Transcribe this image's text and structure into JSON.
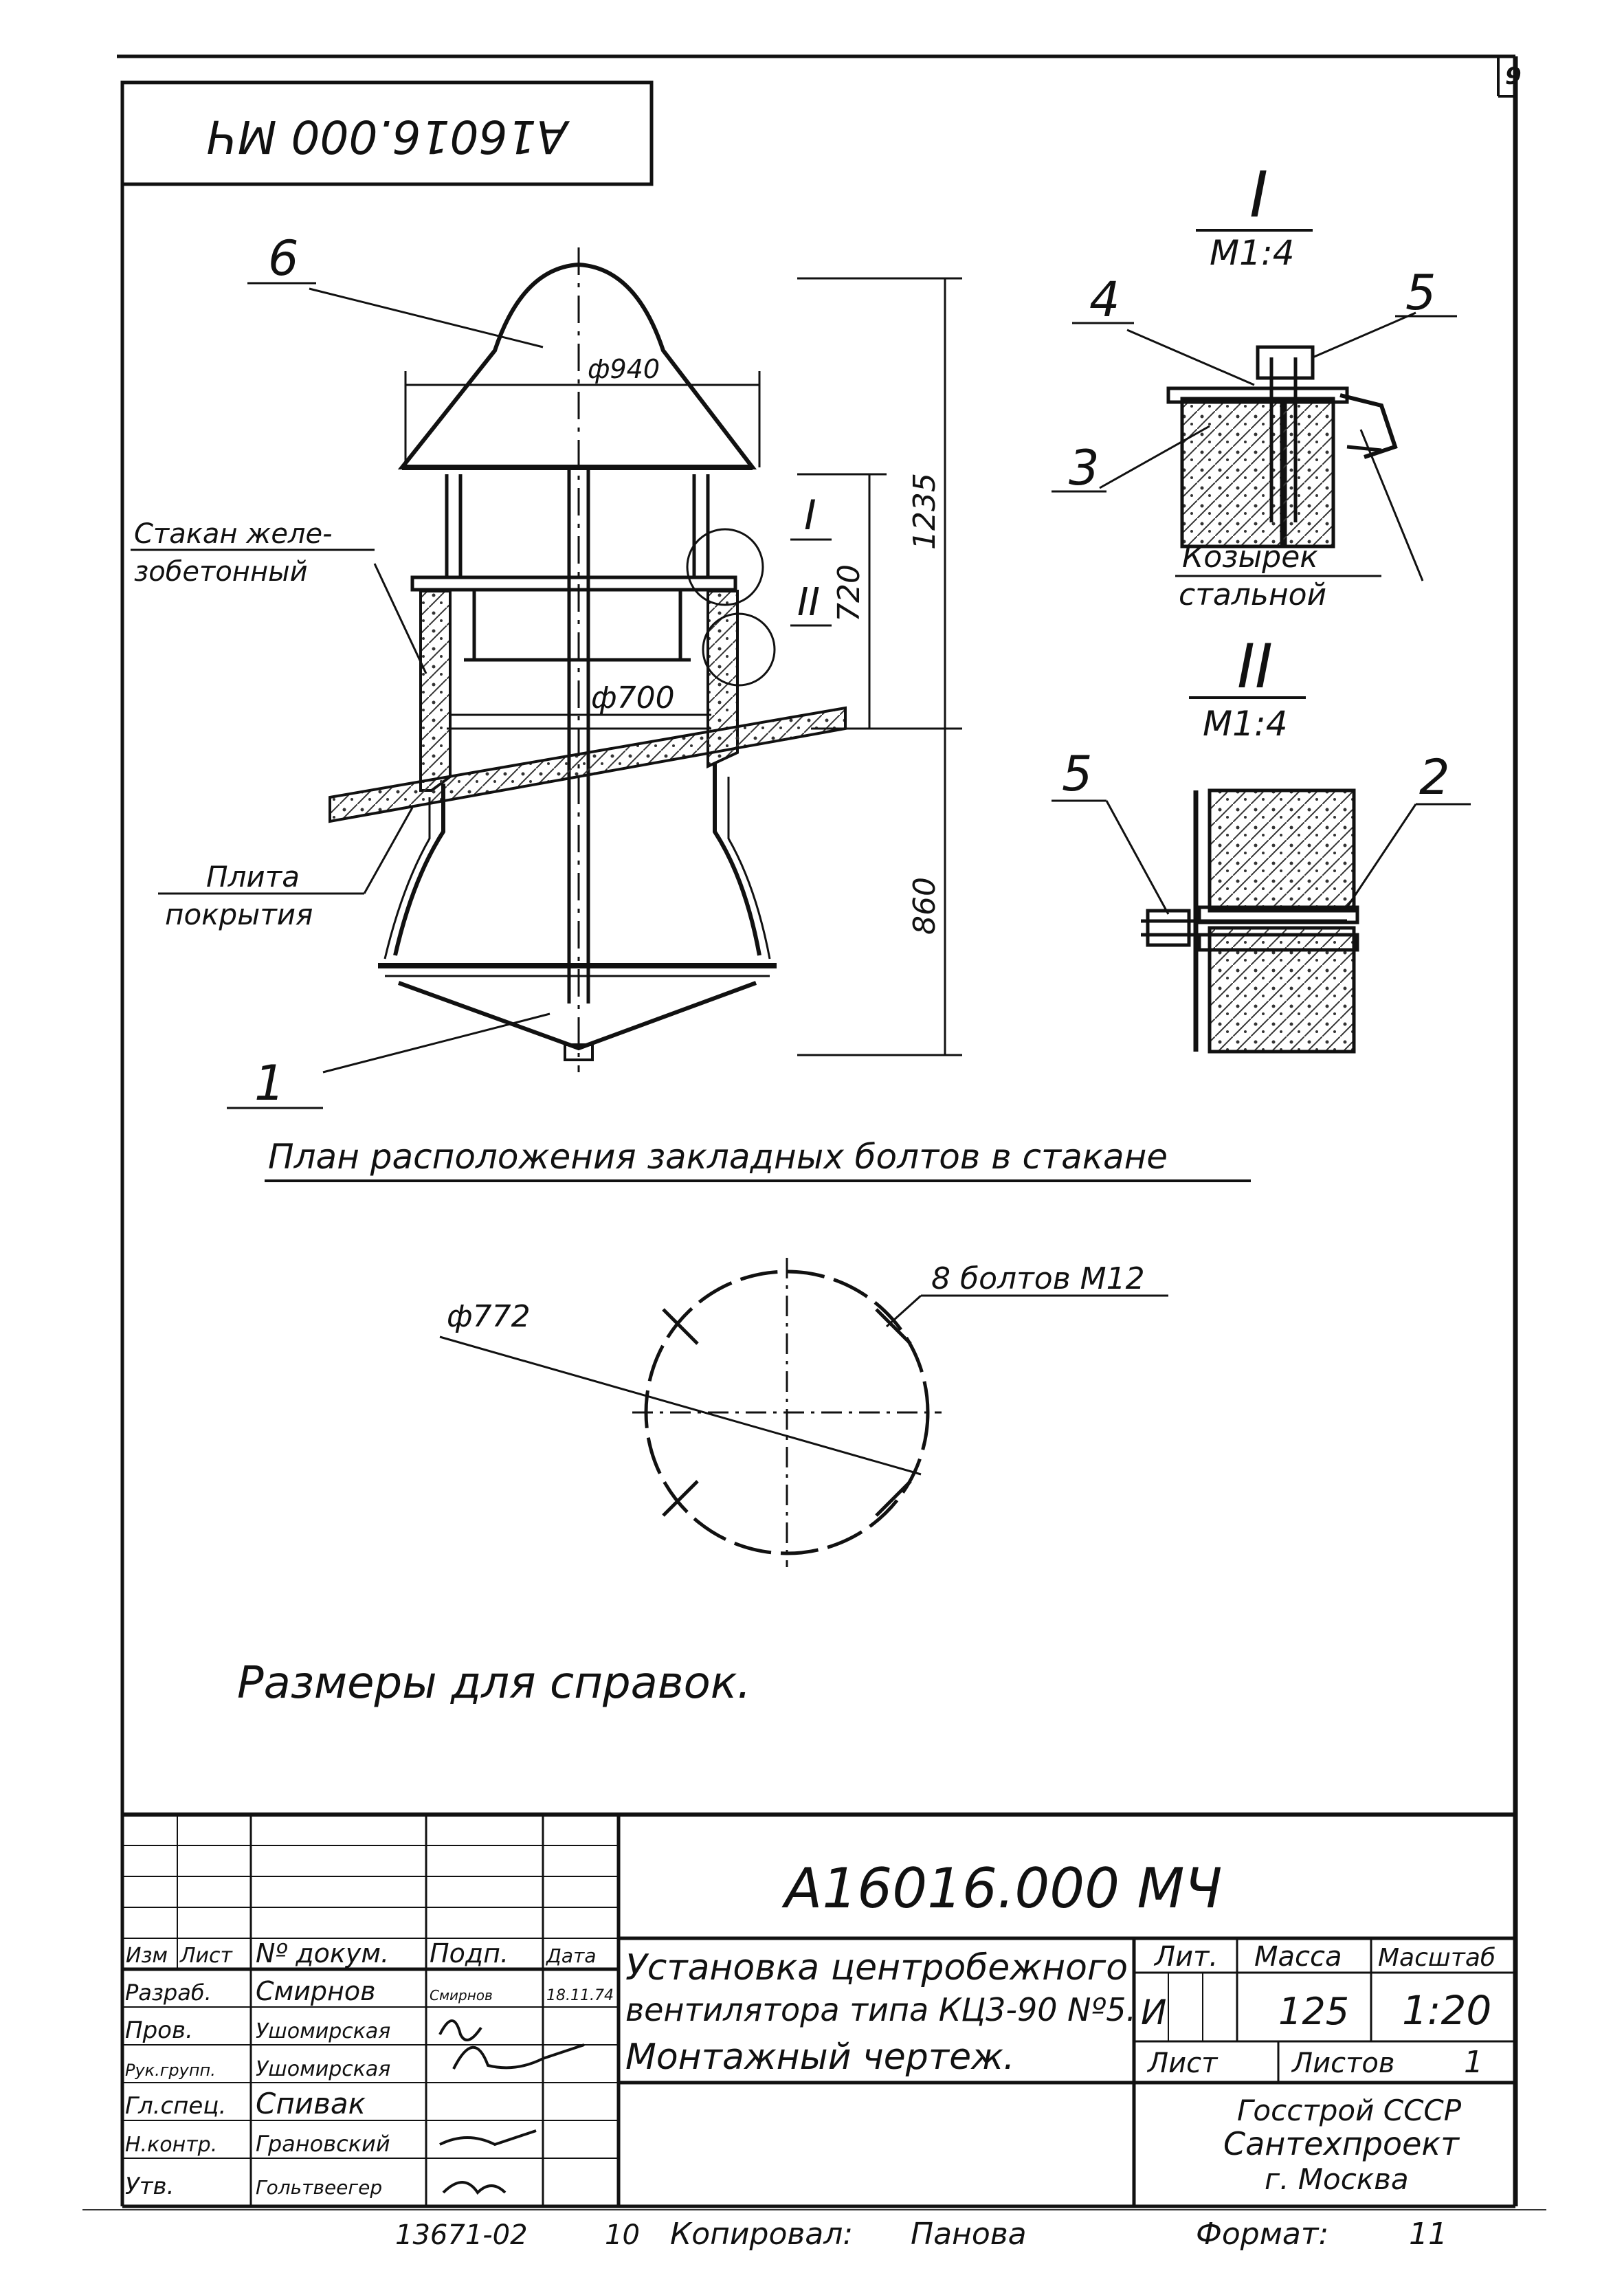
{
  "stamp": {
    "rotated_code": "A16016.000 MЧ",
    "page_number": "9"
  },
  "section_I": {
    "roman": "I",
    "scale": "M1:4",
    "num_4": "4",
    "num_5": "5",
    "num_3": "3",
    "label_line1": "Козырек",
    "label_line2": "стальной"
  },
  "section_II": {
    "roman": "II",
    "scale": "M1:4",
    "num_5": "5",
    "num_2": "2"
  },
  "main_view": {
    "callout_6": "6",
    "callout_1": "1",
    "dia_cap": "ф940",
    "dia_body": "ф700",
    "dim_height_total": "1235",
    "dim_upper": "720",
    "dim_lower": "860",
    "mark_I": "I",
    "mark_II": "II",
    "stakan_line1": "Стакан желе-",
    "stakan_line2": "зобетонный",
    "plita_line1": "Плита",
    "plita_line2": "покрытия"
  },
  "bolt_plan": {
    "title": "План расположения закладных болтов в стакане",
    "diameter": "ф772",
    "bolts": "8 болтов M12"
  },
  "note": "Размеры для справок.",
  "title_block": {
    "code": "A16016.000 MЧ",
    "headers": {
      "izm": "Изм",
      "list": "Лист",
      "doc": "Nº докум.",
      "podp": "Подп.",
      "date": "Дата"
    },
    "rows": [
      {
        "role": "Разраб.",
        "name": "Смирнов",
        "sign": "Смирнов",
        "date": "18.11.74"
      },
      {
        "role": "Пров.",
        "name": "Ушомирская",
        "sign": "",
        "date": ""
      },
      {
        "role": "Рук.групп.",
        "name": "Ушомирская",
        "sign": "",
        "date": ""
      },
      {
        "role": "Гл.спец.",
        "name": "Спивак",
        "sign": "",
        "date": ""
      },
      {
        "role": "Н.контр.",
        "name": "Грановский",
        "sign": "",
        "date": ""
      },
      {
        "role": "Утв.",
        "name": "Гольтвеегер",
        "sign": "",
        "date": ""
      }
    ],
    "title_line1": "Установка центробежного",
    "title_line2": "вентилятора типа КЦ3-90 Nº5.",
    "title_line3": "Монтажный чертеж.",
    "lit_header": "Лит.",
    "mass_header": "Масса",
    "scale_header": "Масштаб",
    "lit_value": "И",
    "mass_value": "125",
    "scale_value": "1:20",
    "sheet_label": "Лист",
    "sheets_label": "Листов",
    "sheets_value": "1",
    "org_line1": "Госстрой СССР",
    "org_line2": "Сантехпроект",
    "org_line3": "г. Москва"
  },
  "footer": {
    "number": "13671-02",
    "sheet": "10",
    "copied_label": "Копировал:",
    "copied_by": "Панова",
    "format_label": "Формат:",
    "format_value": "11"
  }
}
